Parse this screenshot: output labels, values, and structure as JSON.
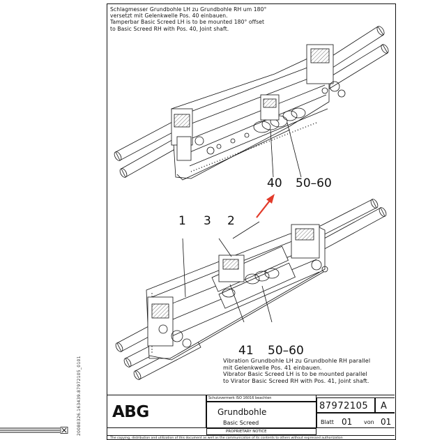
{
  "notes": {
    "top": "Schlagmesser Grundbohle LH zu Grundbohle RH um 180°\nversetzt mit Gelenkwelle Pos. 40 einbauen.\nTamperbar Basic Screed LH is to be mounted 180° offset\nto Basic Screed RH with Pos. 40, Joint shaft.",
    "bottom": "Vibration Grundbohle LH zu Grundbohle RH parallel\nmit Gelenkwelle Pos. 41 einbauen.\nVibrator Basic Screed LH is to be mounted parallel\nto Virator Basic Screed RH with Pos. 41, Joint shaft."
  },
  "callouts": {
    "c40": "40",
    "c5060_top": "50–60",
    "c1": "1",
    "c3": "3",
    "c2": "2",
    "c41": "41",
    "c5060_bottom": "50–60"
  },
  "colors": {
    "arrow": "#e23b2a",
    "line": "#111111"
  },
  "title_block": {
    "logo": "ABG",
    "protection_note": "Schutzvermerk ISO 16016 beachten",
    "title_de": "Grundbohle",
    "title_en": "Basic Screed",
    "proprietary": "PROPRIETARY NOTICE",
    "doc_number": "87972105",
    "revision": "A",
    "sheet_label": "Blatt",
    "sheet_num": "01",
    "von_label": "von",
    "sheet_total": "01",
    "copy_notice": "The copying, distribution and utilization of this document as well as the communication of its contents to others without expressed authorization"
  },
  "side_code": "20080326.163439.87972105_0101"
}
